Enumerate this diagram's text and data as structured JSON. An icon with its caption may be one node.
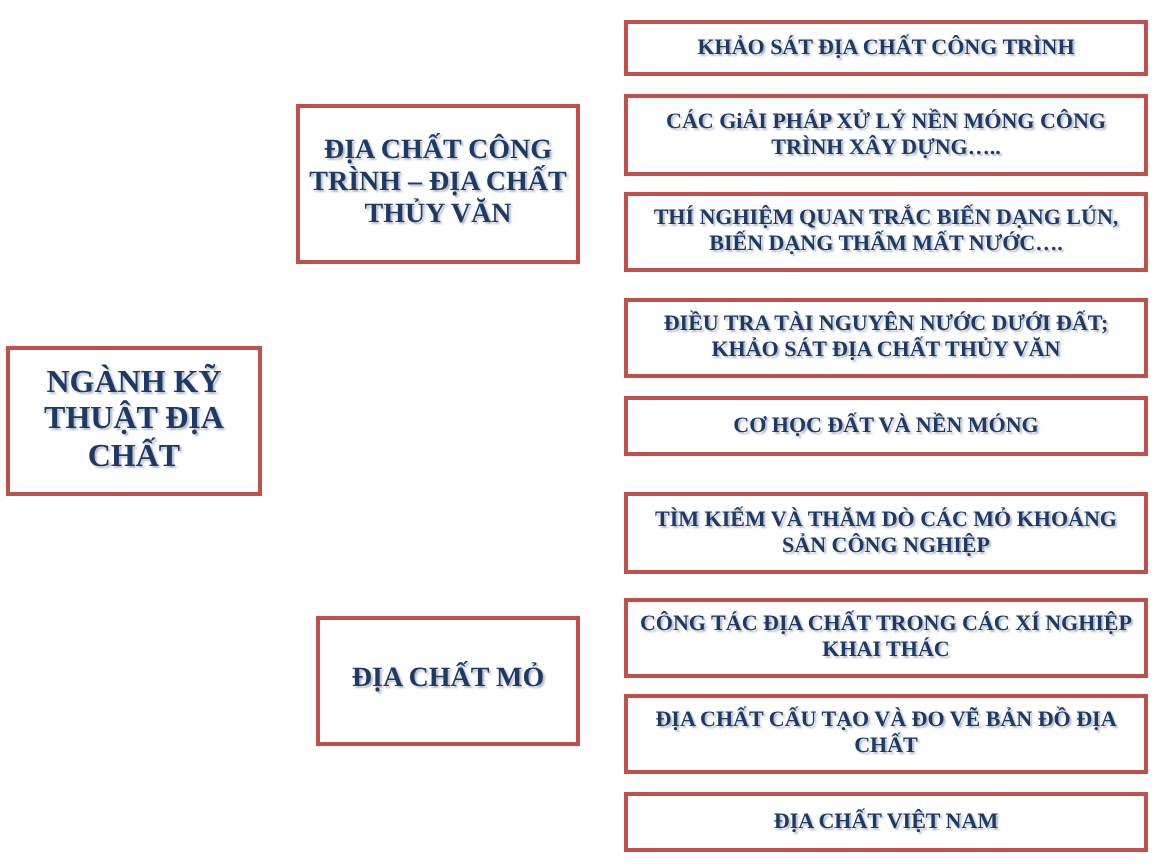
{
  "diagram": {
    "nodes": [
      {
        "text": [
          "NGÀNH KỸ THUẬT ĐỊA CHẤT"
        ]
      },
      {
        "text": [
          "ĐỊA CHẤT CÔNG TRÌNH – ĐỊA CHẤT THỦY VĂN"
        ]
      },
      {
        "text": [
          "ĐỊA CHẤT MỎ"
        ]
      },
      {
        "text": [
          "KHẢO SÁT ĐỊA CHẤT CÔNG TRÌNH"
        ]
      },
      {
        "text": [
          "CÁC GiẢI PHÁP XỬ LÝ NỀN MÓNG CÔNG TRÌNH XÂY DỰNG….."
        ]
      },
      {
        "text": [
          "THÍ NGHIỆM QUAN TRẮC BIẾN DẠNG LÚN, BIẾN DẠNG THẤM MẤT NƯỚC…."
        ]
      },
      {
        "text": [
          "ĐIỀU TRA TÀI NGUYÊN NƯỚC DƯỚI ĐẤT; KHẢO SÁT ĐỊA CHẤT THỦY VĂN"
        ]
      },
      {
        "text": [
          "CƠ HỌC ĐẤT VÀ NỀN MÓNG"
        ]
      },
      {
        "text": [
          "TÌM KIẾM VÀ THĂM DÒ CÁC MỎ KHOÁNG SẢN CÔNG NGHIỆP"
        ]
      },
      {
        "text": [
          "CÔNG TÁC ĐỊA CHẤT TRONG CÁC XÍ NGHIỆP KHAI THÁC"
        ]
      },
      {
        "text": [
          "ĐỊA CHẤT CẤU TẠO VÀ ĐO VẼ BẢN ĐỒ ĐỊA CHẤT"
        ]
      },
      {
        "text": [
          "ĐỊA CHẤT VIỆT NAM"
        ]
      }
    ]
  }
}
